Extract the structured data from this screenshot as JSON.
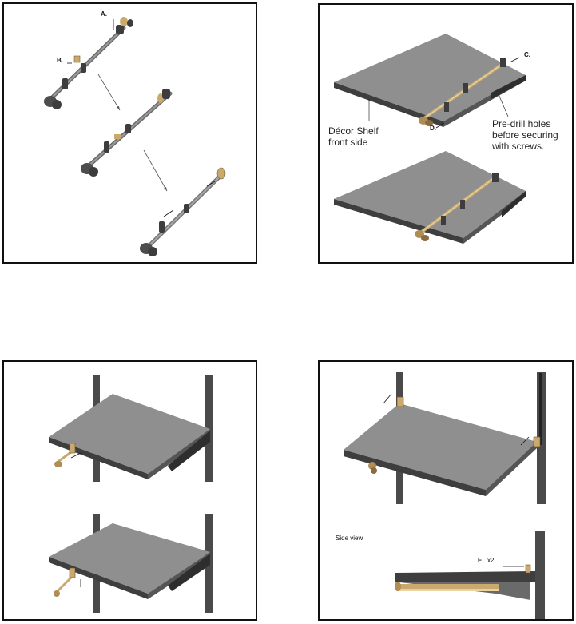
{
  "panels": {
    "p1": {
      "label_a": "A.",
      "label_b": "B."
    },
    "p2": {
      "label_c": "C.",
      "label_d": "D.",
      "front_line1": "Décor Shelf",
      "front_line2": "front side",
      "predrill_line1": "Pre-drill holes",
      "predrill_line2": "before securing",
      "predrill_line3": "with screws."
    },
    "p3": {},
    "p4": {
      "side_view": "Side view",
      "label_e": "E.",
      "label_e_qty": "x2"
    }
  },
  "colors": {
    "shelf_top": "#8f8f8f",
    "shelf_edge": "#3e3e3e",
    "upright": "#4a4a4a",
    "brass": "#c9a96e",
    "dark_part": "#4d4d4d"
  }
}
